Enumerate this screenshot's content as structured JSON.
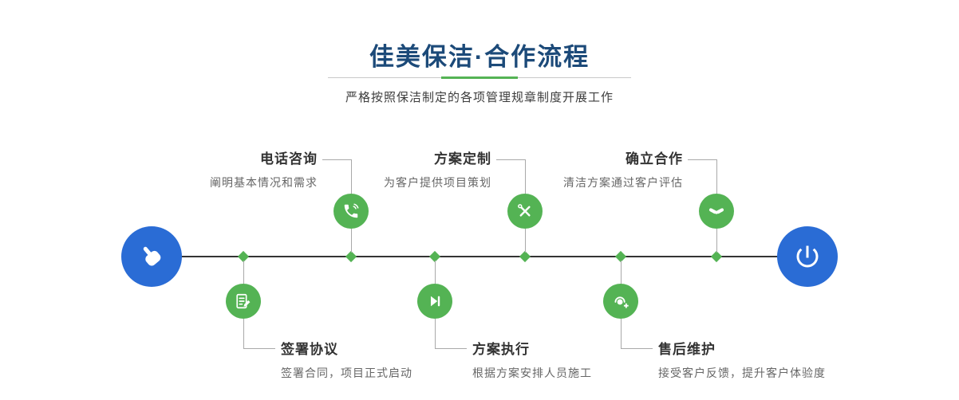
{
  "header": {
    "title": "佳美保洁·合作流程",
    "subtitle": "严格按照保洁制定的各项管理规章制度开展工作"
  },
  "colors": {
    "title_navy": "#1c4a79",
    "accent_green": "#54b354",
    "accent_blue": "#2a6cd5",
    "timeline_dark": "#343434"
  },
  "timeline": {
    "start_icon": "pointing-hand-icon",
    "end_icon": "power-icon"
  },
  "steps": [
    {
      "title": "电话咨询",
      "desc": "阐明基本情况和需求",
      "icon": "phone-icon",
      "row": "top"
    },
    {
      "title": "方案定制",
      "desc": "为客户提供项目策划",
      "icon": "design-tools-icon",
      "row": "top"
    },
    {
      "title": "确立合作",
      "desc": "清洁方案通过客户评估",
      "icon": "handshake-icon",
      "row": "top"
    },
    {
      "title": "签署协议",
      "desc": "签署合同，项目正式启动",
      "icon": "contract-icon",
      "row": "bottom"
    },
    {
      "title": "方案执行",
      "desc": "根据方案安排人员施工",
      "icon": "play-step-icon",
      "row": "bottom"
    },
    {
      "title": "售后维护",
      "desc": "接受客户反馈，提升客户体验度",
      "icon": "customer-service-icon",
      "row": "bottom"
    }
  ]
}
